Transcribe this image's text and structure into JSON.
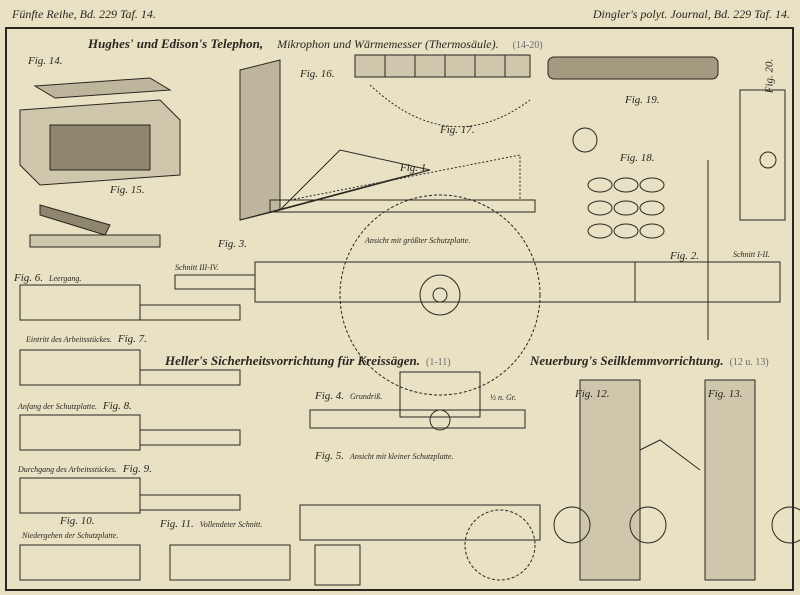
{
  "header": {
    "left": "Fünfte Reihe, Bd. 229 Taf. 14.",
    "right": "Dingler's polyt. Journal, Bd. 229 Taf. 14."
  },
  "titles": {
    "telephon": "Hughes' und Edison's Telephon,",
    "mikrophon": "Mikrophon und Wärmemesser (Thermosäule).",
    "mikrophon_range": "(14-20)",
    "heller": "Heller's Sicherheitsvorrichtung für Kreissägen.",
    "heller_range": "(1-11)",
    "neuerburg": "Neuerburg's Seilklemmvorrichtung.",
    "neuerburg_range": "(12 u. 13)"
  },
  "figures": {
    "fig14": "Fig. 14.",
    "fig15": "Fig. 15.",
    "fig16": "Fig. 16.",
    "fig17": "Fig. 17.",
    "fig18": "Fig. 18.",
    "fig19": "Fig. 19.",
    "fig20": "Fig. 20.",
    "fig1": "Fig. 1.",
    "fig2": "Fig. 2.",
    "fig3": "Fig. 3.",
    "fig4": "Fig. 4.",
    "fig5": "Fig. 5.",
    "fig6": "Fig. 6.",
    "fig7": "Fig. 7.",
    "fig8": "Fig. 8.",
    "fig9": "Fig. 9.",
    "fig10": "Fig. 10.",
    "fig11": "Fig. 11.",
    "fig12": "Fig. 12.",
    "fig13": "Fig. 13."
  },
  "captions": {
    "leergang": "Leergang.",
    "eintritt": "Eintritt des Arbeitsstückes.",
    "anfang": "Anfang der Schutzplatte.",
    "durchgang": "Durchgang des Arbeitsstückes.",
    "niedergehen": "Niedergehen der Schutzplatte.",
    "vollendet": "Vollendeter Schnitt.",
    "grundriss": "Grundriß.",
    "scale": "½ n. Gr.",
    "kleiner": "Ansicht mit kleiner Schutzplatte.",
    "groesster": "Ansicht mit größter Schutzplatte.",
    "schnitt34": "Schnitt III-IV.",
    "schnitt12": "Schnitt I-II."
  },
  "colors": {
    "paper": "#e8e1c4",
    "ink": "#2a2620",
    "pencil": "#6d6a70"
  }
}
